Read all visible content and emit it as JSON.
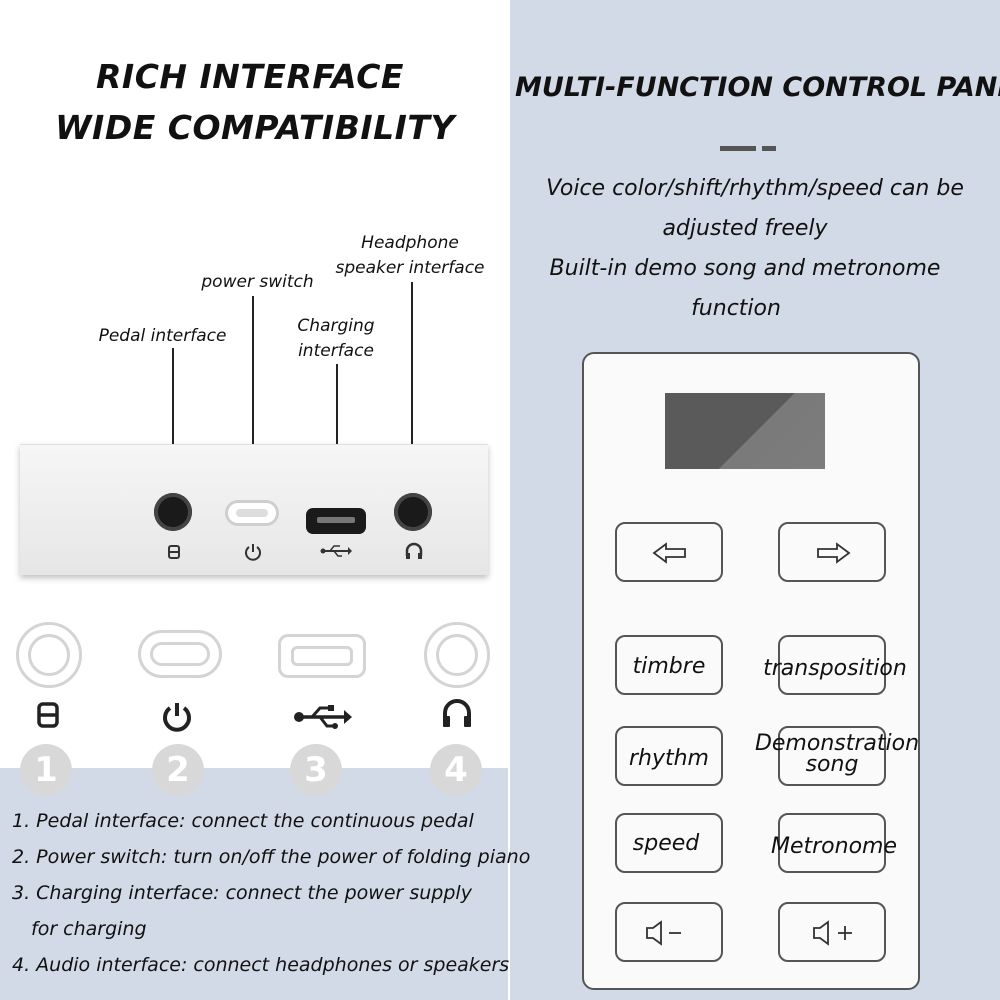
{
  "left": {
    "title_line1": "RICH INTERFACE",
    "title_line2": "WIDE COMPATIBILITY",
    "labels": {
      "headphone_line1": "Headphone",
      "headphone_line2": "speaker interface",
      "power_switch": "power switch",
      "charging_line1": "Charging",
      "charging_line2": "interface",
      "pedal": "Pedal interface"
    },
    "numbers": [
      "1",
      "2",
      "3",
      "4"
    ],
    "descriptions": [
      "1. Pedal interface: connect the continuous pedal",
      "2. Power switch: turn on/off the power of folding piano",
      "3. Charging interface: connect the power supply",
      "for charging",
      "4. Audio interface: connect headphones or speakers"
    ],
    "icons": [
      "pedal-icon",
      "power-icon",
      "usb-icon",
      "headphone-icon"
    ]
  },
  "right": {
    "title": "MULTI-FUNCTION CONTROL PANEL",
    "subtitle_lines": [
      "Voice color/shift/rhythm/speed can be",
      "adjusted freely",
      "Built-in demo song and metronome",
      "function"
    ],
    "buttons": {
      "timbre": "timbre",
      "transposition": "transposition",
      "rhythm": "rhythm",
      "demo_line1": "Demonstration",
      "demo_line2": "song",
      "speed": "speed",
      "metronome": "Metronome"
    },
    "icons": [
      "left-arrow-icon",
      "right-arrow-icon",
      "volume-down-icon",
      "volume-up-icon"
    ]
  },
  "colors": {
    "panel_background": "#d3dae7",
    "text": "#111111",
    "number_badge": "#d8d8d8"
  }
}
